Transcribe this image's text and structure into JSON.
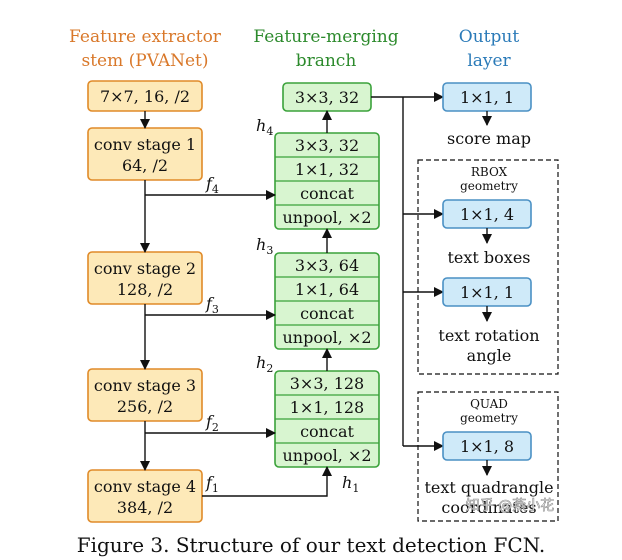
{
  "colors": {
    "stem_fill": "#fde9b8",
    "stem_stroke": "#e08a28",
    "stem_text": "#d9782a",
    "merge_fill": "#d8f5d0",
    "merge_stroke": "#3aa23a",
    "merge_text": "#2c8a2c",
    "out_fill": "#cfeaf9",
    "out_stroke": "#4a90c4",
    "out_text": "#2a7ab8"
  },
  "headers": {
    "stem_line1": "Feature extractor",
    "stem_line2": "stem (PVANet)",
    "merge_line1": "Feature-merging",
    "merge_line2": "branch",
    "out_line1": "Output",
    "out_line2": "layer"
  },
  "stem": {
    "first": "7×7, 16, /2",
    "stage1_line1": "conv stage 1",
    "stage1_line2": "64, /2",
    "stage2_line1": "conv stage 2",
    "stage2_line2": "128, /2",
    "stage3_line1": "conv stage 3",
    "stage3_line2": "256, /2",
    "stage4_line1": "conv stage 4",
    "stage4_line2": "384, /2"
  },
  "merge": {
    "top": "3×3, 32",
    "g4": [
      "3×3, 32",
      "1×1, 32",
      "concat",
      "unpool, ×2"
    ],
    "g3": [
      "3×3, 64",
      "1×1, 64",
      "concat",
      "unpool, ×2"
    ],
    "g2": [
      "3×3, 128",
      "1×1, 128",
      "concat",
      "unpool, ×2"
    ]
  },
  "labels": {
    "f": "f",
    "h": "h",
    "s4": "4",
    "s3": "3",
    "s2": "2",
    "s1": "1"
  },
  "output": {
    "score_conv": "1×1, 1",
    "score_label": "score map",
    "rbox_title1": "RBOX",
    "rbox_title2": "geometry",
    "boxes_conv": "1×1, 4",
    "boxes_label": "text boxes",
    "angle_conv": "1×1, 1",
    "angle_label1": "text rotation",
    "angle_label2": "angle",
    "quad_title1": "QUAD",
    "quad_title2": "geometry",
    "quad_conv": "1×1, 8",
    "quad_label1": "text quadrangle",
    "quad_label2": "coordinates"
  },
  "caption": "Figure 3. Structure of our text detection FCN.",
  "watermark": "知乎 @燕小花"
}
